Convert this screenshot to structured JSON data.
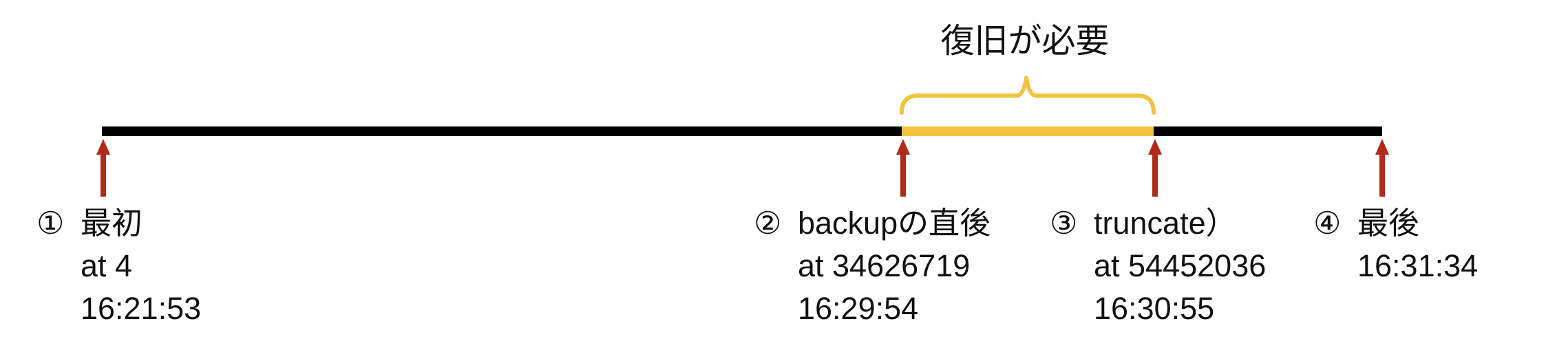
{
  "diagram": {
    "caption": "復旧が必要",
    "colors": {
      "timeline": "#000000",
      "highlight": "#F2C340",
      "arrow": "#B02B1C",
      "text": "#111111"
    },
    "events": [
      {
        "num": "①",
        "title": "最初",
        "line2": "at 4",
        "line3": "16:21:53"
      },
      {
        "num": "②",
        "title": "backupの直後",
        "line2": "at 34626719",
        "line3": "16:29:54"
      },
      {
        "num": "③",
        "title": "truncate）",
        "line2": "at 54452036",
        "line3": "16:30:55"
      },
      {
        "num": "④",
        "title": "最後",
        "line2": "16:31:34",
        "line3": ""
      }
    ]
  }
}
